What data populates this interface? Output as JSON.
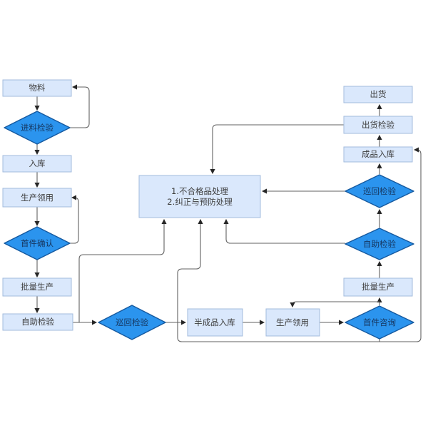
{
  "diagram": {
    "colors": {
      "process_fill": "#dae8fc",
      "process_border": "#a3bbdd",
      "decision_fill": "#2b94ee",
      "decision_border": "#15599f",
      "connector": "#616161",
      "process_text": "#3d3d3d",
      "decision_text": "#16365f",
      "background": "#ffffff"
    },
    "nodes": {
      "material": {
        "label": "物料",
        "type": "process"
      },
      "incoming_inspection": {
        "label": "进料检验",
        "type": "decision"
      },
      "warehouse_in": {
        "label": "入库",
        "type": "process"
      },
      "production_requisition_1": {
        "label": "生产领用",
        "type": "process"
      },
      "first_article_confirm": {
        "label": "首件确认",
        "type": "decision"
      },
      "batch_production_1": {
        "label": "批量生产",
        "type": "process"
      },
      "self_inspection_1": {
        "label": "自助检验",
        "type": "process"
      },
      "patrol_inspection_1": {
        "label": "巡回检验",
        "type": "decision"
      },
      "semi_finished_in": {
        "label": "半成品入库",
        "type": "process"
      },
      "production_requisition_2": {
        "label": "生产领用",
        "type": "process"
      },
      "first_article_consult": {
        "label": "首件咨询",
        "type": "decision"
      },
      "batch_production_2": {
        "label": "批量生产",
        "type": "process"
      },
      "self_inspection_2": {
        "label": "自助检验",
        "type": "decision"
      },
      "patrol_inspection_2": {
        "label": "巡回检验",
        "type": "decision"
      },
      "finished_goods_in": {
        "label": "成品入库",
        "type": "process"
      },
      "shipment_inspection": {
        "label": "出货检验",
        "type": "process"
      },
      "shipment": {
        "label": "出货",
        "type": "process"
      },
      "nonconforming_handling": {
        "line1": "1.不合格品处理",
        "line2": "2.纠正与预防处理",
        "type": "process"
      }
    }
  }
}
